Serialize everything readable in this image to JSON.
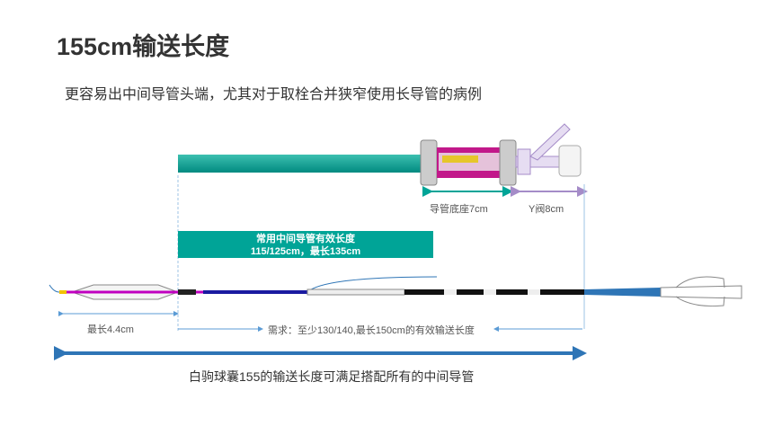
{
  "title": "155cm输送长度",
  "subtitle": "更容易出中间导管头端，尤其对于取栓合并狭窄使用长导管的病例",
  "labels": {
    "hub": "导管底座7cm",
    "y_valve": "Y阀8cm",
    "box_line1": "常用中间导管有效长度",
    "box_line2": "115/125cm，最长135cm",
    "balloon": "最长4.4cm",
    "requirement": "需求：至少130/140,最长150cm的有效输送长度",
    "caption": "白驹球囊155的输送长度可满足搭配所有的中间导管"
  },
  "colors": {
    "teal": "#00a497",
    "blue": "#2e75b6",
    "purple": "#a58cc8",
    "magenta": "#c2188a"
  }
}
